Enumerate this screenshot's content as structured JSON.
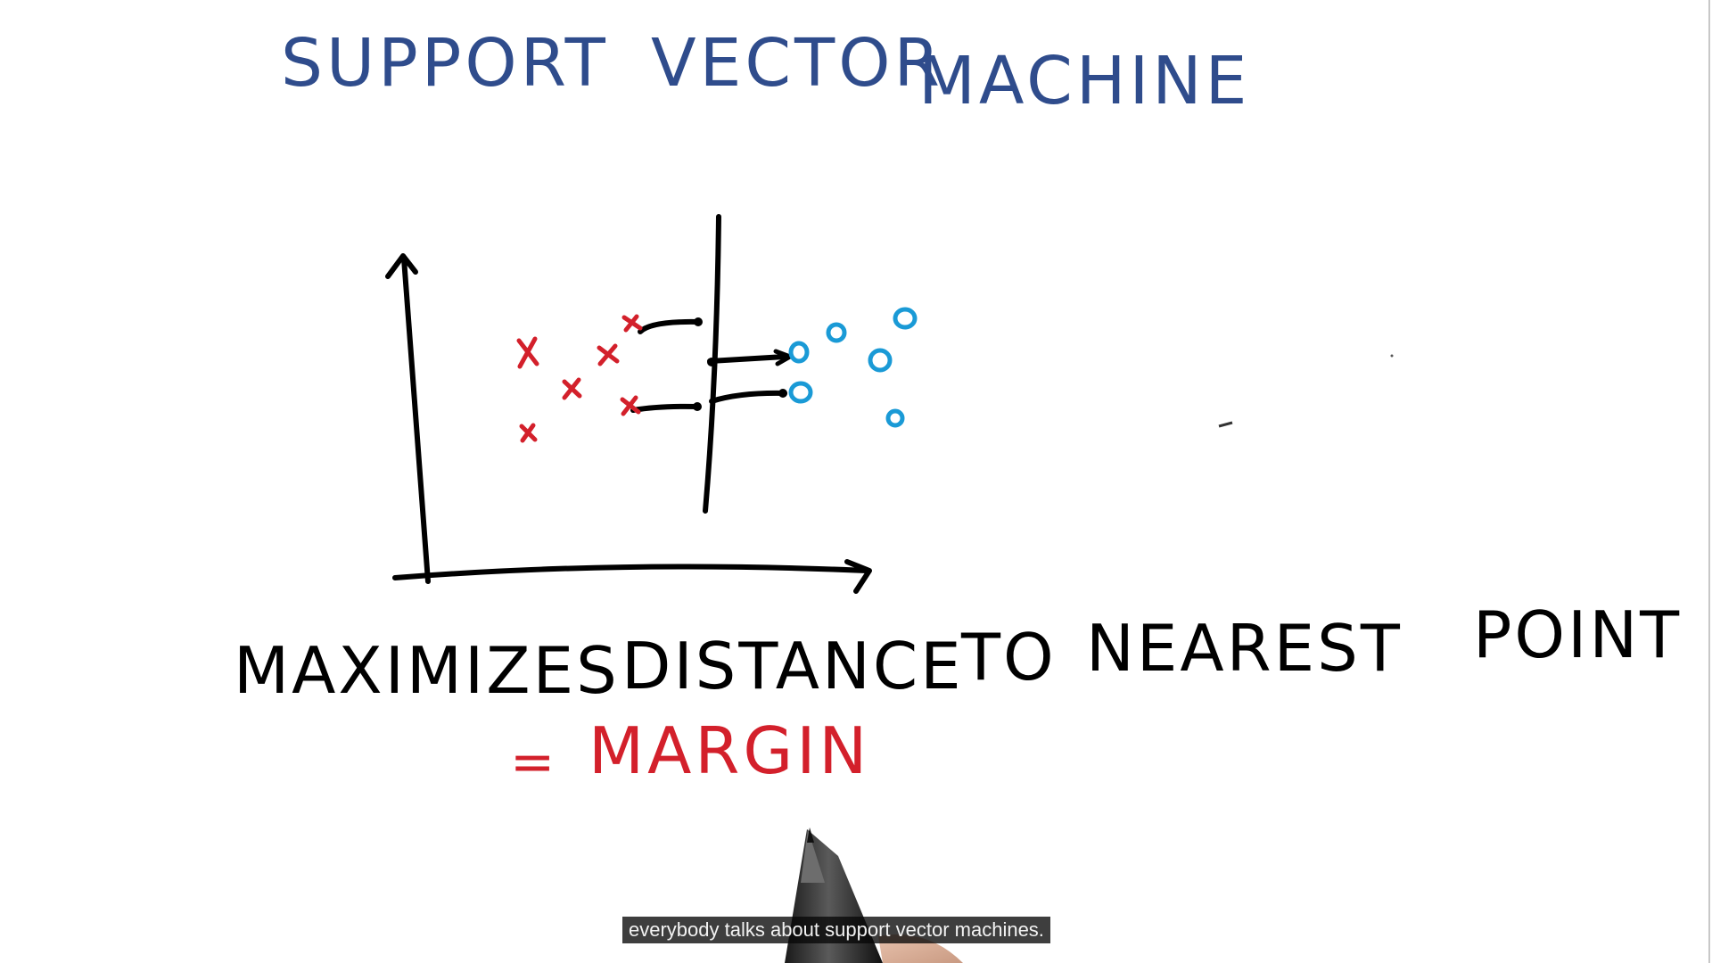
{
  "title": {
    "word1": "SUPPORT",
    "word2": "VECTOR",
    "word3": "MACHINE"
  },
  "statement": {
    "word1": "MAXIMIZES",
    "word2": "DISTANCE",
    "word3": "TO",
    "word4": "NEAREST",
    "word5": "POINT"
  },
  "definition": {
    "equals": "=",
    "term": "MARGIN"
  },
  "caption": {
    "text": "everybody talks about support vector machines."
  },
  "colors": {
    "title_ink": "#2f4c8c",
    "black_ink": "#000000",
    "class_x": "#d3202b",
    "class_o": "#1a9ad6",
    "caption_bg": "#080808"
  },
  "icons": {
    "pen": "pen-icon",
    "cross_marker": "x-marker",
    "circle_marker": "o-marker"
  }
}
